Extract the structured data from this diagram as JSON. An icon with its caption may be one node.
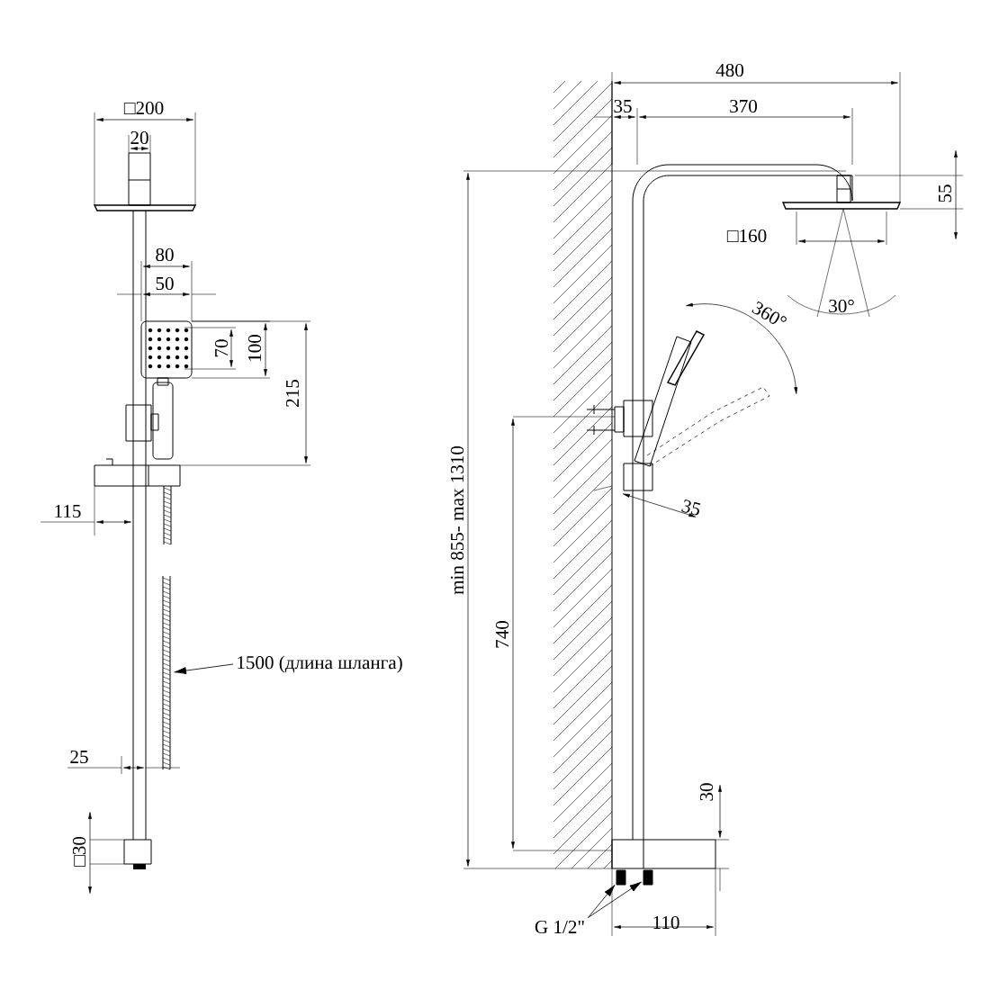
{
  "diagram": {
    "nodes": [
      {
        "text": [
          "1500 (длина шланга)"
        ]
      },
      {
        "text": [],
        "shape": "picture"
      },
      {
        "text": [
          "G 1/2\""
        ]
      },
      {
        "text": [],
        "shape": "box"
      },
      {
        "text": [],
        "shape": "box"
      }
    ],
    "edges": [
      {
        "from": 0,
        "to": 1,
        "arrow": "to"
      },
      {
        "from": 2,
        "to": 3,
        "arrow": "to"
      },
      {
        "from": 2,
        "to": 4,
        "arrow": "to"
      }
    ],
    "labels": [
      "□200",
      "20",
      "80",
      "50",
      "70",
      "100",
      "215",
      "115",
      "25",
      "□30",
      "480",
      "35",
      "370",
      "55",
      "□160",
      "30°",
      "360°",
      "35",
      "min 855- max 1310",
      "740",
      "30",
      "110"
    ]
  }
}
